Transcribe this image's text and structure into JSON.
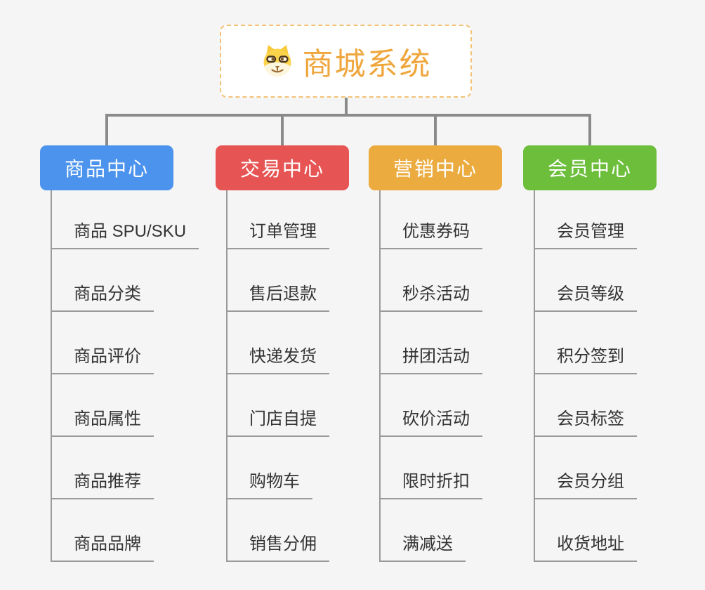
{
  "canvas": {
    "background": "#f5f5f6",
    "connector_color": "#8a8a8a",
    "leaf_underline_color": "#9a9a9a"
  },
  "root": {
    "title": "商城系统",
    "icon": "dog-face",
    "title_color": "#efa63c",
    "border_color": "#f2c277"
  },
  "branches": [
    {
      "id": "product-center",
      "label": "商品中心",
      "color": "#4b93ec",
      "children": [
        "商品 SPU/SKU",
        "商品分类",
        "商品评价",
        "商品属性",
        "商品推荐",
        "商品品牌"
      ]
    },
    {
      "id": "trade-center",
      "label": "交易中心",
      "color": "#e65553",
      "children": [
        "订单管理",
        "售后退款",
        "快递发货",
        "门店自提",
        "购物车",
        "销售分佣"
      ]
    },
    {
      "id": "marketing-center",
      "label": "营销中心",
      "color": "#ebab3e",
      "children": [
        "优惠券码",
        "秒杀活动",
        "拼团活动",
        "砍价活动",
        "限时折扣",
        "满减送"
      ]
    },
    {
      "id": "member-center",
      "label": "会员中心",
      "color": "#6cbe3b",
      "children": [
        "会员管理",
        "会员等级",
        "积分签到",
        "会员标签",
        "会员分组",
        "收货地址"
      ]
    }
  ]
}
